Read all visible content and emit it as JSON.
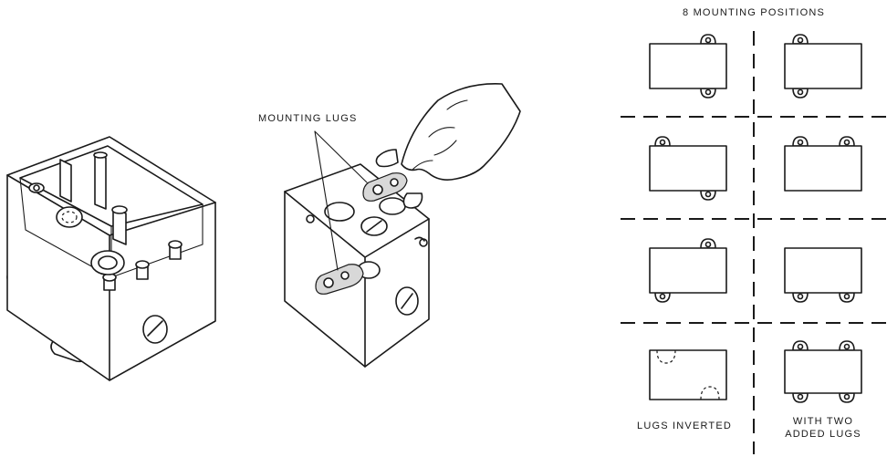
{
  "labels": {
    "mounting_lugs": "MOUNTING LUGS",
    "mounting_positions": "8 MOUNTING POSITIONS",
    "lugs_inverted": "LUGS INVERTED",
    "with_two_line1": "WITH TWO",
    "with_two_line2": "ADDED LUGS"
  },
  "diagrams": [
    {
      "name": "box-open-view",
      "depicts": "open electrical box"
    },
    {
      "name": "box-lug-install",
      "depicts": "hand installing mounting lugs"
    },
    {
      "name": "mounting-positions-grid",
      "depicts": "eight lug arrangements"
    }
  ]
}
